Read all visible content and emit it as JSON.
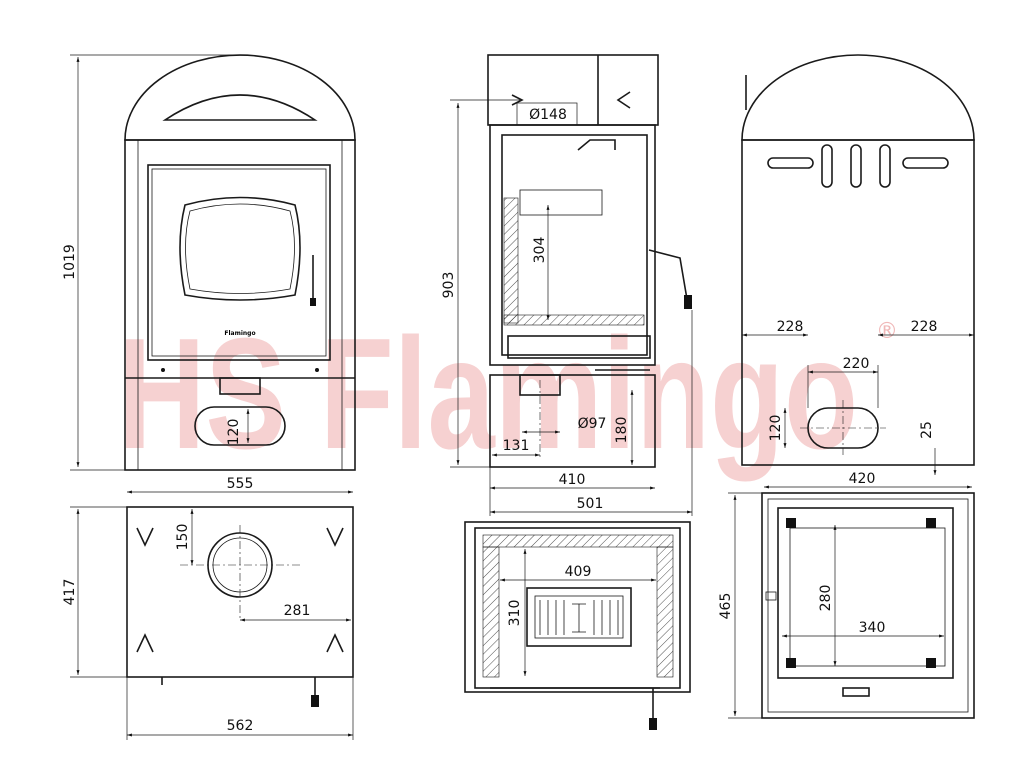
{
  "watermark": {
    "text": "HS Flamingo",
    "mark": "®",
    "color": "#f5c9c9"
  },
  "front_view": {
    "height": "1019",
    "width": "555",
    "ash_door_height": "120",
    "door_logo": "Flamingo"
  },
  "section_view": {
    "height": "903",
    "flue_diameter": "Ø148",
    "chamber_height": "304",
    "air_offset": "131",
    "air_diameter": "Ø97",
    "air_height": "180",
    "base_depth": "410",
    "total_depth": "501"
  },
  "rear_view": {
    "left_offset": "228",
    "right_offset": "228",
    "opening_width": "220",
    "opening_height": "120",
    "opening_bottom": "25"
  },
  "top_view": {
    "depth": "417",
    "flue_offset_front": "150",
    "flue_offset_side": "281",
    "width": "562"
  },
  "plan_section": {
    "grate_width": "409",
    "grate_depth": "310"
  },
  "base_view": {
    "width": "420",
    "depth": "465",
    "foot_depth": "280",
    "foot_width": "340"
  }
}
